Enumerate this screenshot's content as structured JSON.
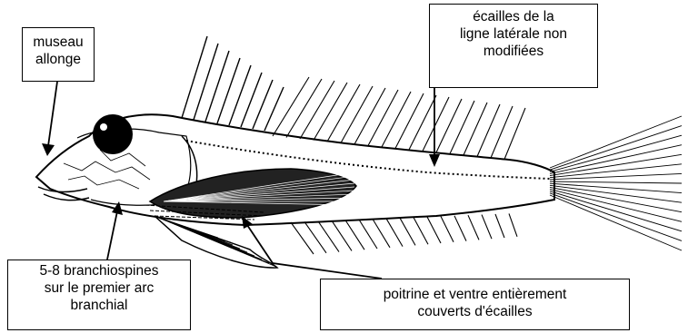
{
  "labels": {
    "museau": [
      "museau",
      "allonge"
    ],
    "ecailles": [
      "écailles de la",
      "ligne latérale non",
      "modifiées"
    ],
    "branchiospines": [
      "5-8 branchiospines",
      "sur le premier arc",
      "branchial"
    ],
    "poitrine": [
      "poitrine et ventre entièrement",
      "couverts d'écailles"
    ]
  },
  "colors": {
    "ink": "#000000",
    "paper": "#ffffff"
  }
}
